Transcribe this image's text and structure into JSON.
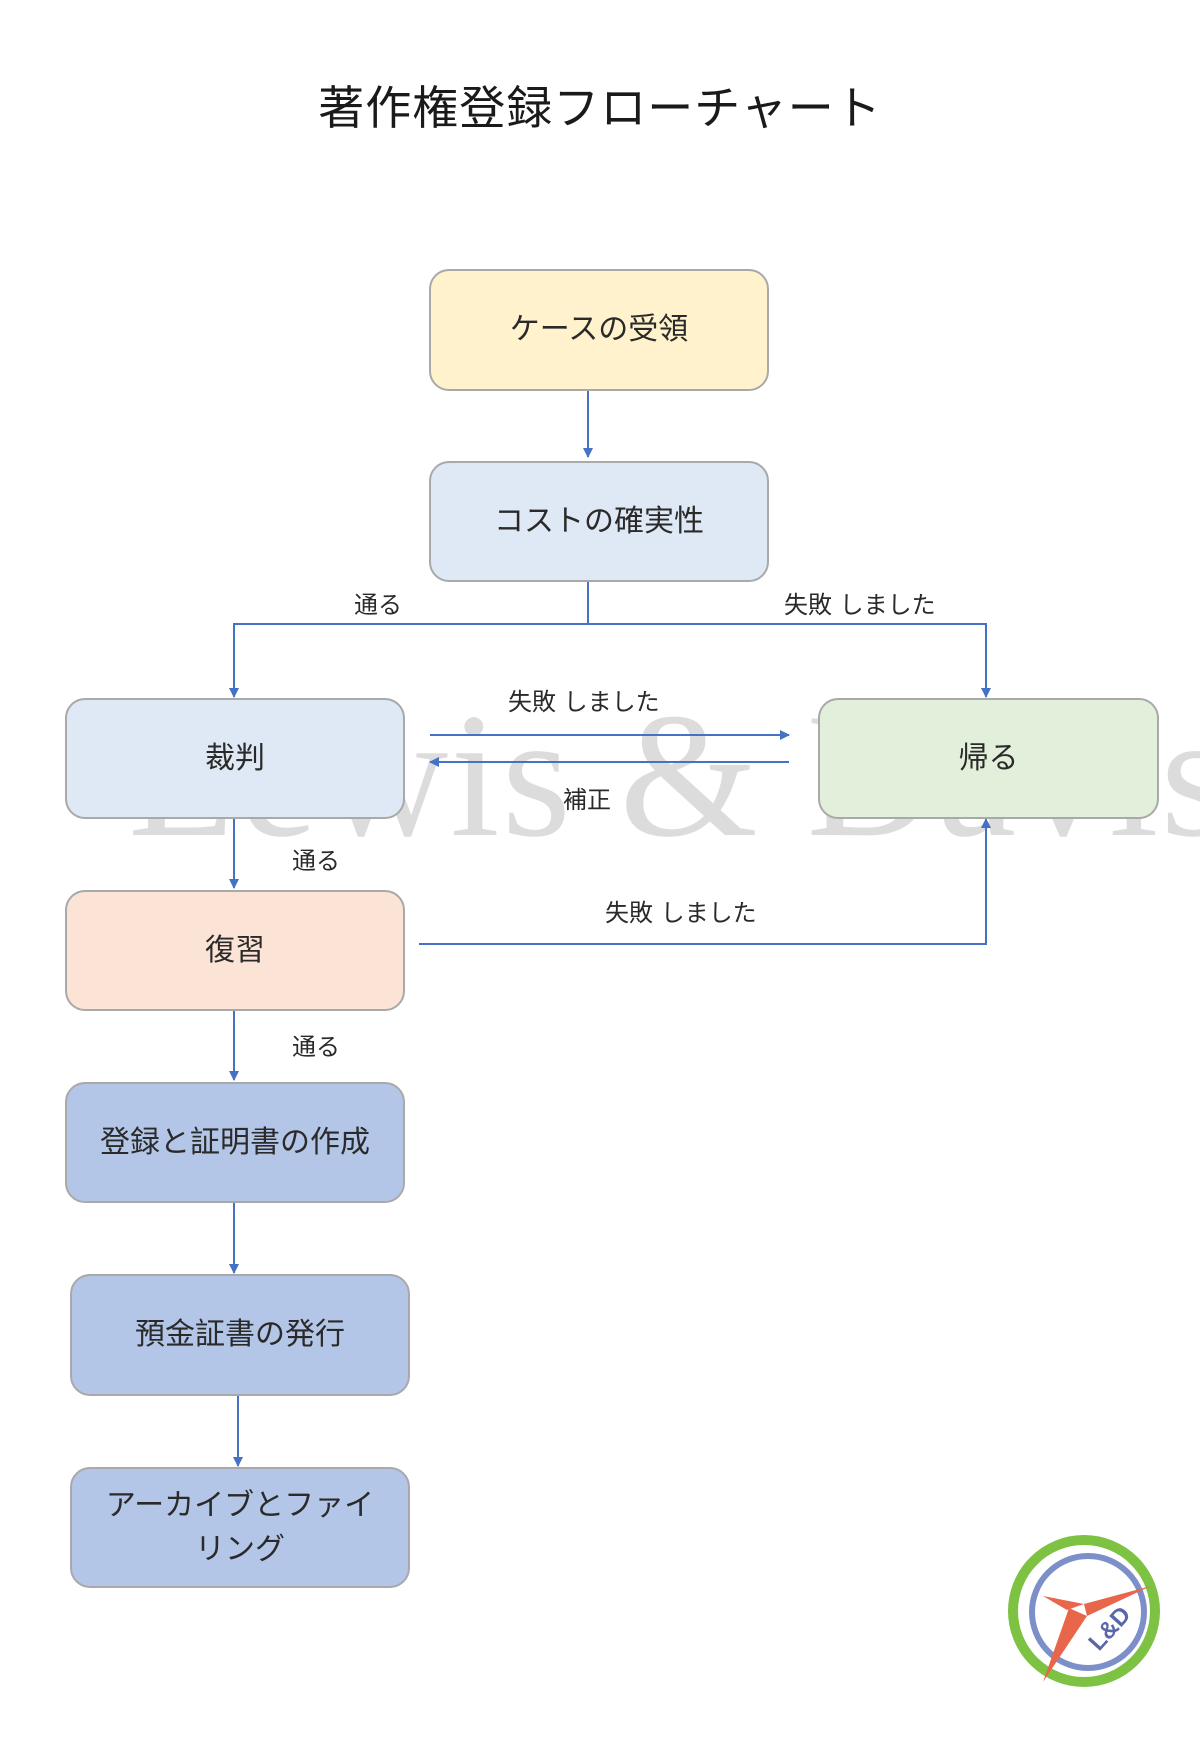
{
  "title": "著作権登録フローチャート",
  "watermark": "Lewis & Davis",
  "logo": {
    "text": "L&D",
    "icon": "compass-logo-icon"
  },
  "colors": {
    "line": "#4472c4",
    "node_intake": "#fff2cc",
    "node_cost": "#dfe8f5",
    "node_trial": "#dfe8f5",
    "node_return": "#e2efda",
    "node_review": "#fbe4d5",
    "node_output": "#b4c6e7",
    "logo_green": "#7dc242",
    "logo_red": "#e8674a",
    "logo_blue": "#7c8fc8"
  },
  "nodes": {
    "intake": "ケースの受領",
    "cost": "コストの確実性",
    "trial": "裁判",
    "return": "帰る",
    "review": "復習",
    "register": "登録と証明書の作成",
    "deposit": "預金証書の発行",
    "archive": "アーカイブとファイリング"
  },
  "edge_labels": {
    "cost_pass": "通る",
    "cost_fail": "失敗 しました",
    "trial_fail": "失敗 しました",
    "trial_fix": "補正",
    "trial_pass": "通る",
    "review_fail": "失敗 しました",
    "review_pass": "通る"
  }
}
